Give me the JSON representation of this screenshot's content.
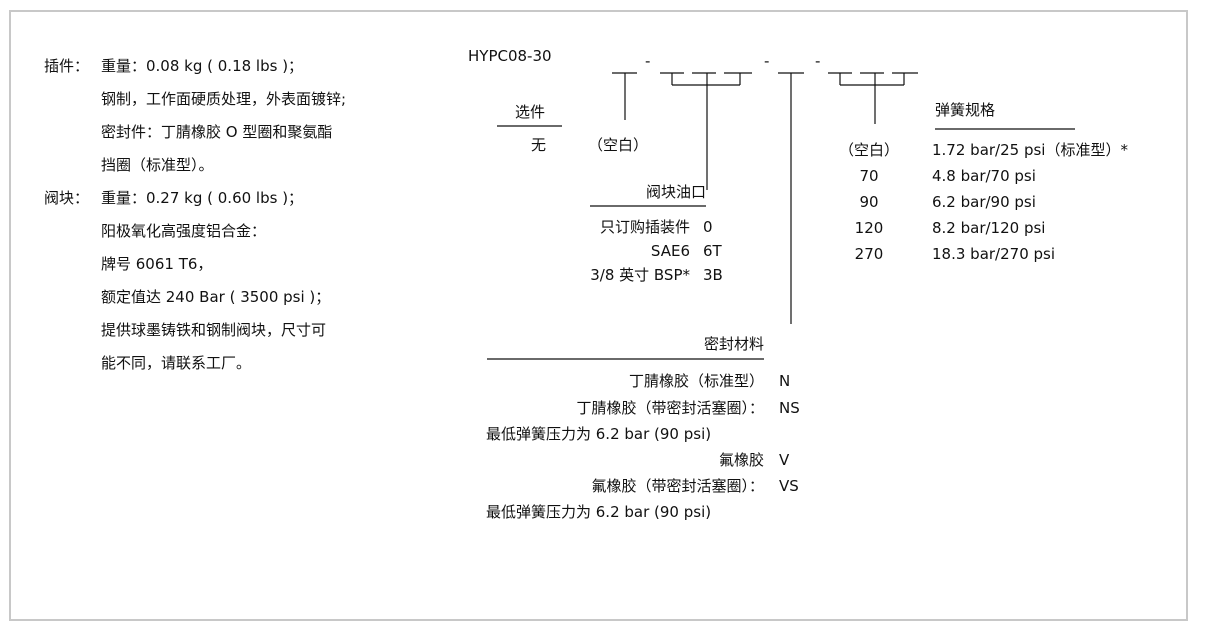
{
  "specs": {
    "insert_label": "插件：",
    "insert_lines": [
      "重量：0.08 kg ( 0.18 lbs )；",
      "钢制，工作面硬质处理，外表面镀锌;",
      "密封件：丁腈橡胶 O 型圈和聚氨酯",
      "挡圈（标准型）。"
    ],
    "block_label": "阀块：",
    "block_lines": [
      "重量：0.27 kg ( 0.60 lbs )；",
      "阳极氧化高强度铝合金：",
      "牌号 6061 T6，",
      "额定值达 240 Bar ( 3500 psi )；",
      "提供球墨铸铁和钢制阀块，尺寸可",
      "能不同，请联系工厂。"
    ]
  },
  "model_code": {
    "base": "HYPC08-30",
    "separator": "-"
  },
  "options": {
    "header": "选件",
    "rows": [
      {
        "desc": "无",
        "code": "（空白）"
      }
    ]
  },
  "ports": {
    "header": "阀块油口",
    "rows": [
      {
        "desc": "只订购插装件",
        "code": "0"
      },
      {
        "desc": "SAE6",
        "code": "6T"
      },
      {
        "desc": "3/8 英寸 BSP*",
        "code": "3B"
      }
    ]
  },
  "seals": {
    "header": "密封材料",
    "rows": [
      {
        "desc": "丁腈橡胶（标准型）",
        "code": "N"
      },
      {
        "desc": "丁腈橡胶（带密封活塞圈）：",
        "code": "NS"
      },
      {
        "desc": "最低弹簧压力为 6.2 bar (90 psi)",
        "code": ""
      },
      {
        "desc": "氟橡胶",
        "code": "V"
      },
      {
        "desc": "氟橡胶（带密封活塞圈）：",
        "code": "VS"
      },
      {
        "desc": "最低弹簧压力为 6.2 bar (90 psi)",
        "code": ""
      }
    ]
  },
  "springs": {
    "header": "弹簧规格",
    "rows": [
      {
        "code": "（空白）",
        "desc": "1.72 bar/25 psi（标准型）*"
      },
      {
        "code": "70",
        "desc": "4.8 bar/70 psi"
      },
      {
        "code": "90",
        "desc": "6.2 bar/90 psi"
      },
      {
        "code": "120",
        "desc": "8.2 bar/120 psi"
      },
      {
        "code": "270",
        "desc": "18.3 bar/270 psi"
      }
    ]
  }
}
